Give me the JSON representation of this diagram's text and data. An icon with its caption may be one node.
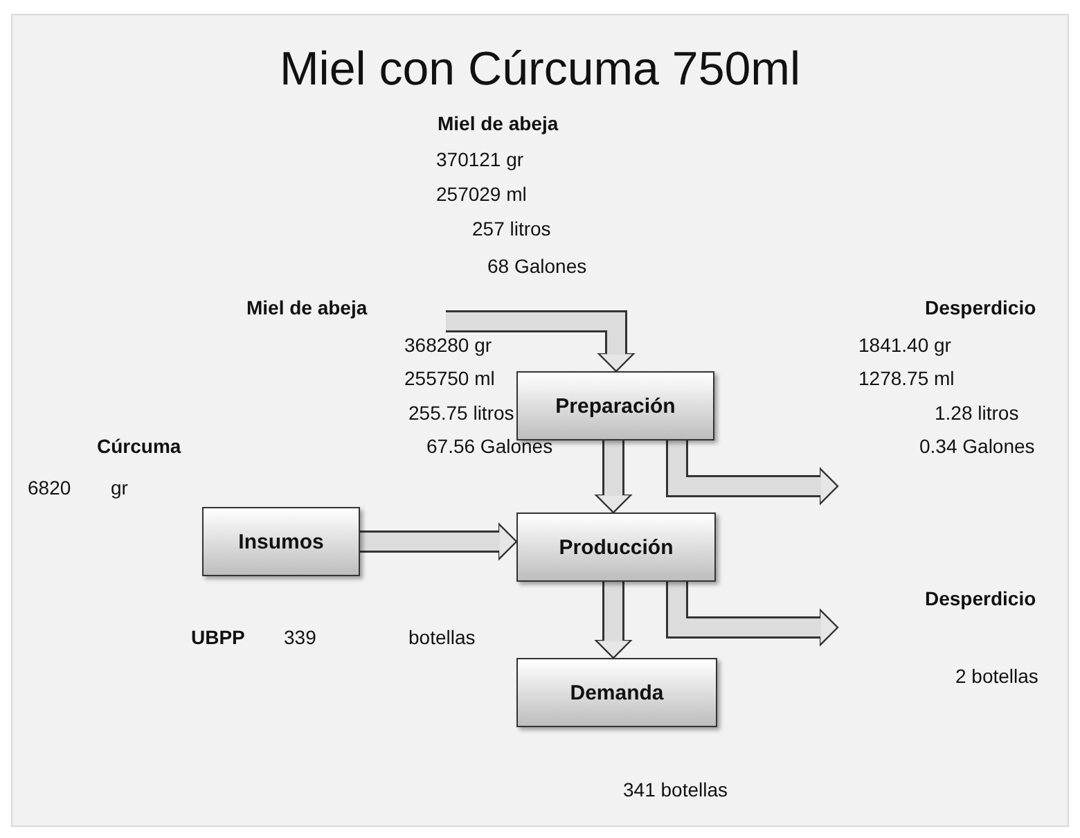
{
  "diagram": {
    "title": "Miel con Cúrcuma 750ml",
    "nodes": [
      {
        "text": [
          "Preparación"
        ]
      },
      {
        "text": [
          "Insumos"
        ]
      },
      {
        "text": [
          "Producción"
        ]
      },
      {
        "text": [
          "Demanda"
        ]
      }
    ],
    "edges": [
      {
        "from": null,
        "to": 0,
        "arrow": "to"
      },
      {
        "from": 0,
        "to": 2,
        "arrow": "to"
      },
      {
        "from": 0,
        "to": null,
        "arrow": "to"
      },
      {
        "from": 1,
        "to": 2,
        "arrow": "to"
      },
      {
        "from": 2,
        "to": 3,
        "arrow": "to"
      },
      {
        "from": 2,
        "to": null,
        "arrow": "to"
      }
    ],
    "labels": [
      "Miel de abeja",
      "370121 gr",
      "257029 ml",
      "257 litros",
      "68 Galones",
      "Miel de abeja",
      "Desperdicio",
      "368280 gr",
      "1841.40 gr",
      "255750 ml",
      "1278.75 ml",
      "255.75 litros",
      "1.28 litros",
      "Cúrcuma",
      "67.56 Galones",
      "0.34 Galones",
      "6820",
      "gr",
      "Desperdicio",
      "UBPP",
      "339",
      "botellas",
      "2 botellas",
      "341 botellas"
    ]
  }
}
